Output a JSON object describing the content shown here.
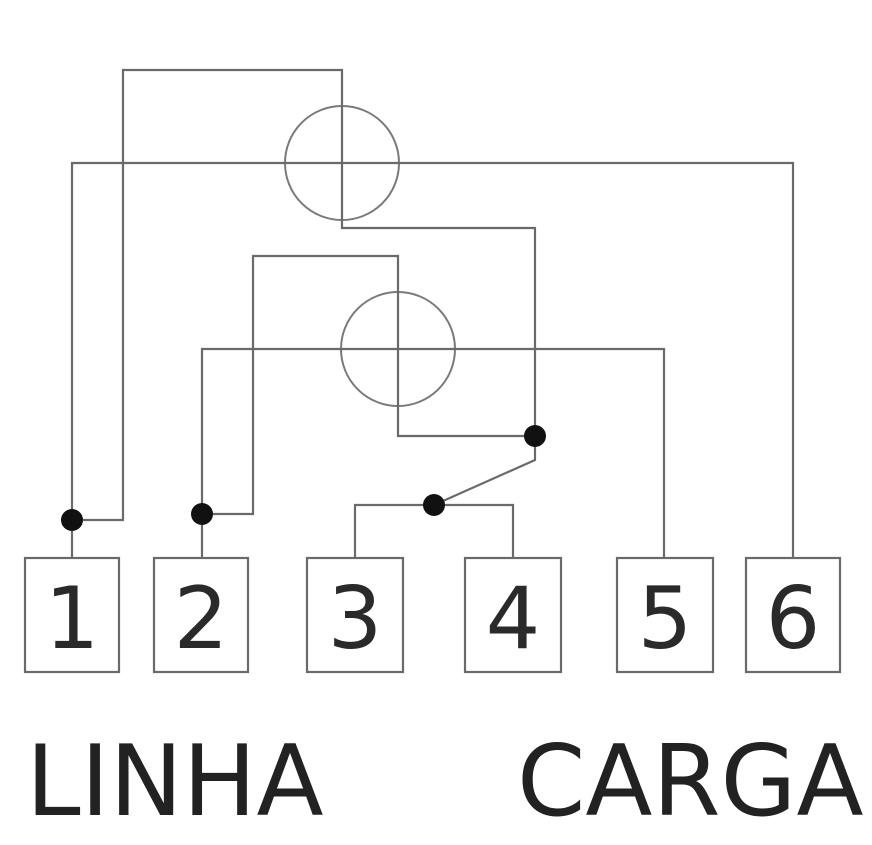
{
  "terminals": [
    {
      "id": "t1",
      "label": "1"
    },
    {
      "id": "t2",
      "label": "2"
    },
    {
      "id": "t3",
      "label": "3"
    },
    {
      "id": "t4",
      "label": "4"
    },
    {
      "id": "t5",
      "label": "5"
    },
    {
      "id": "t6",
      "label": "6"
    }
  ],
  "labels": {
    "line_side": "LINHA",
    "load_side": "CARGA"
  }
}
